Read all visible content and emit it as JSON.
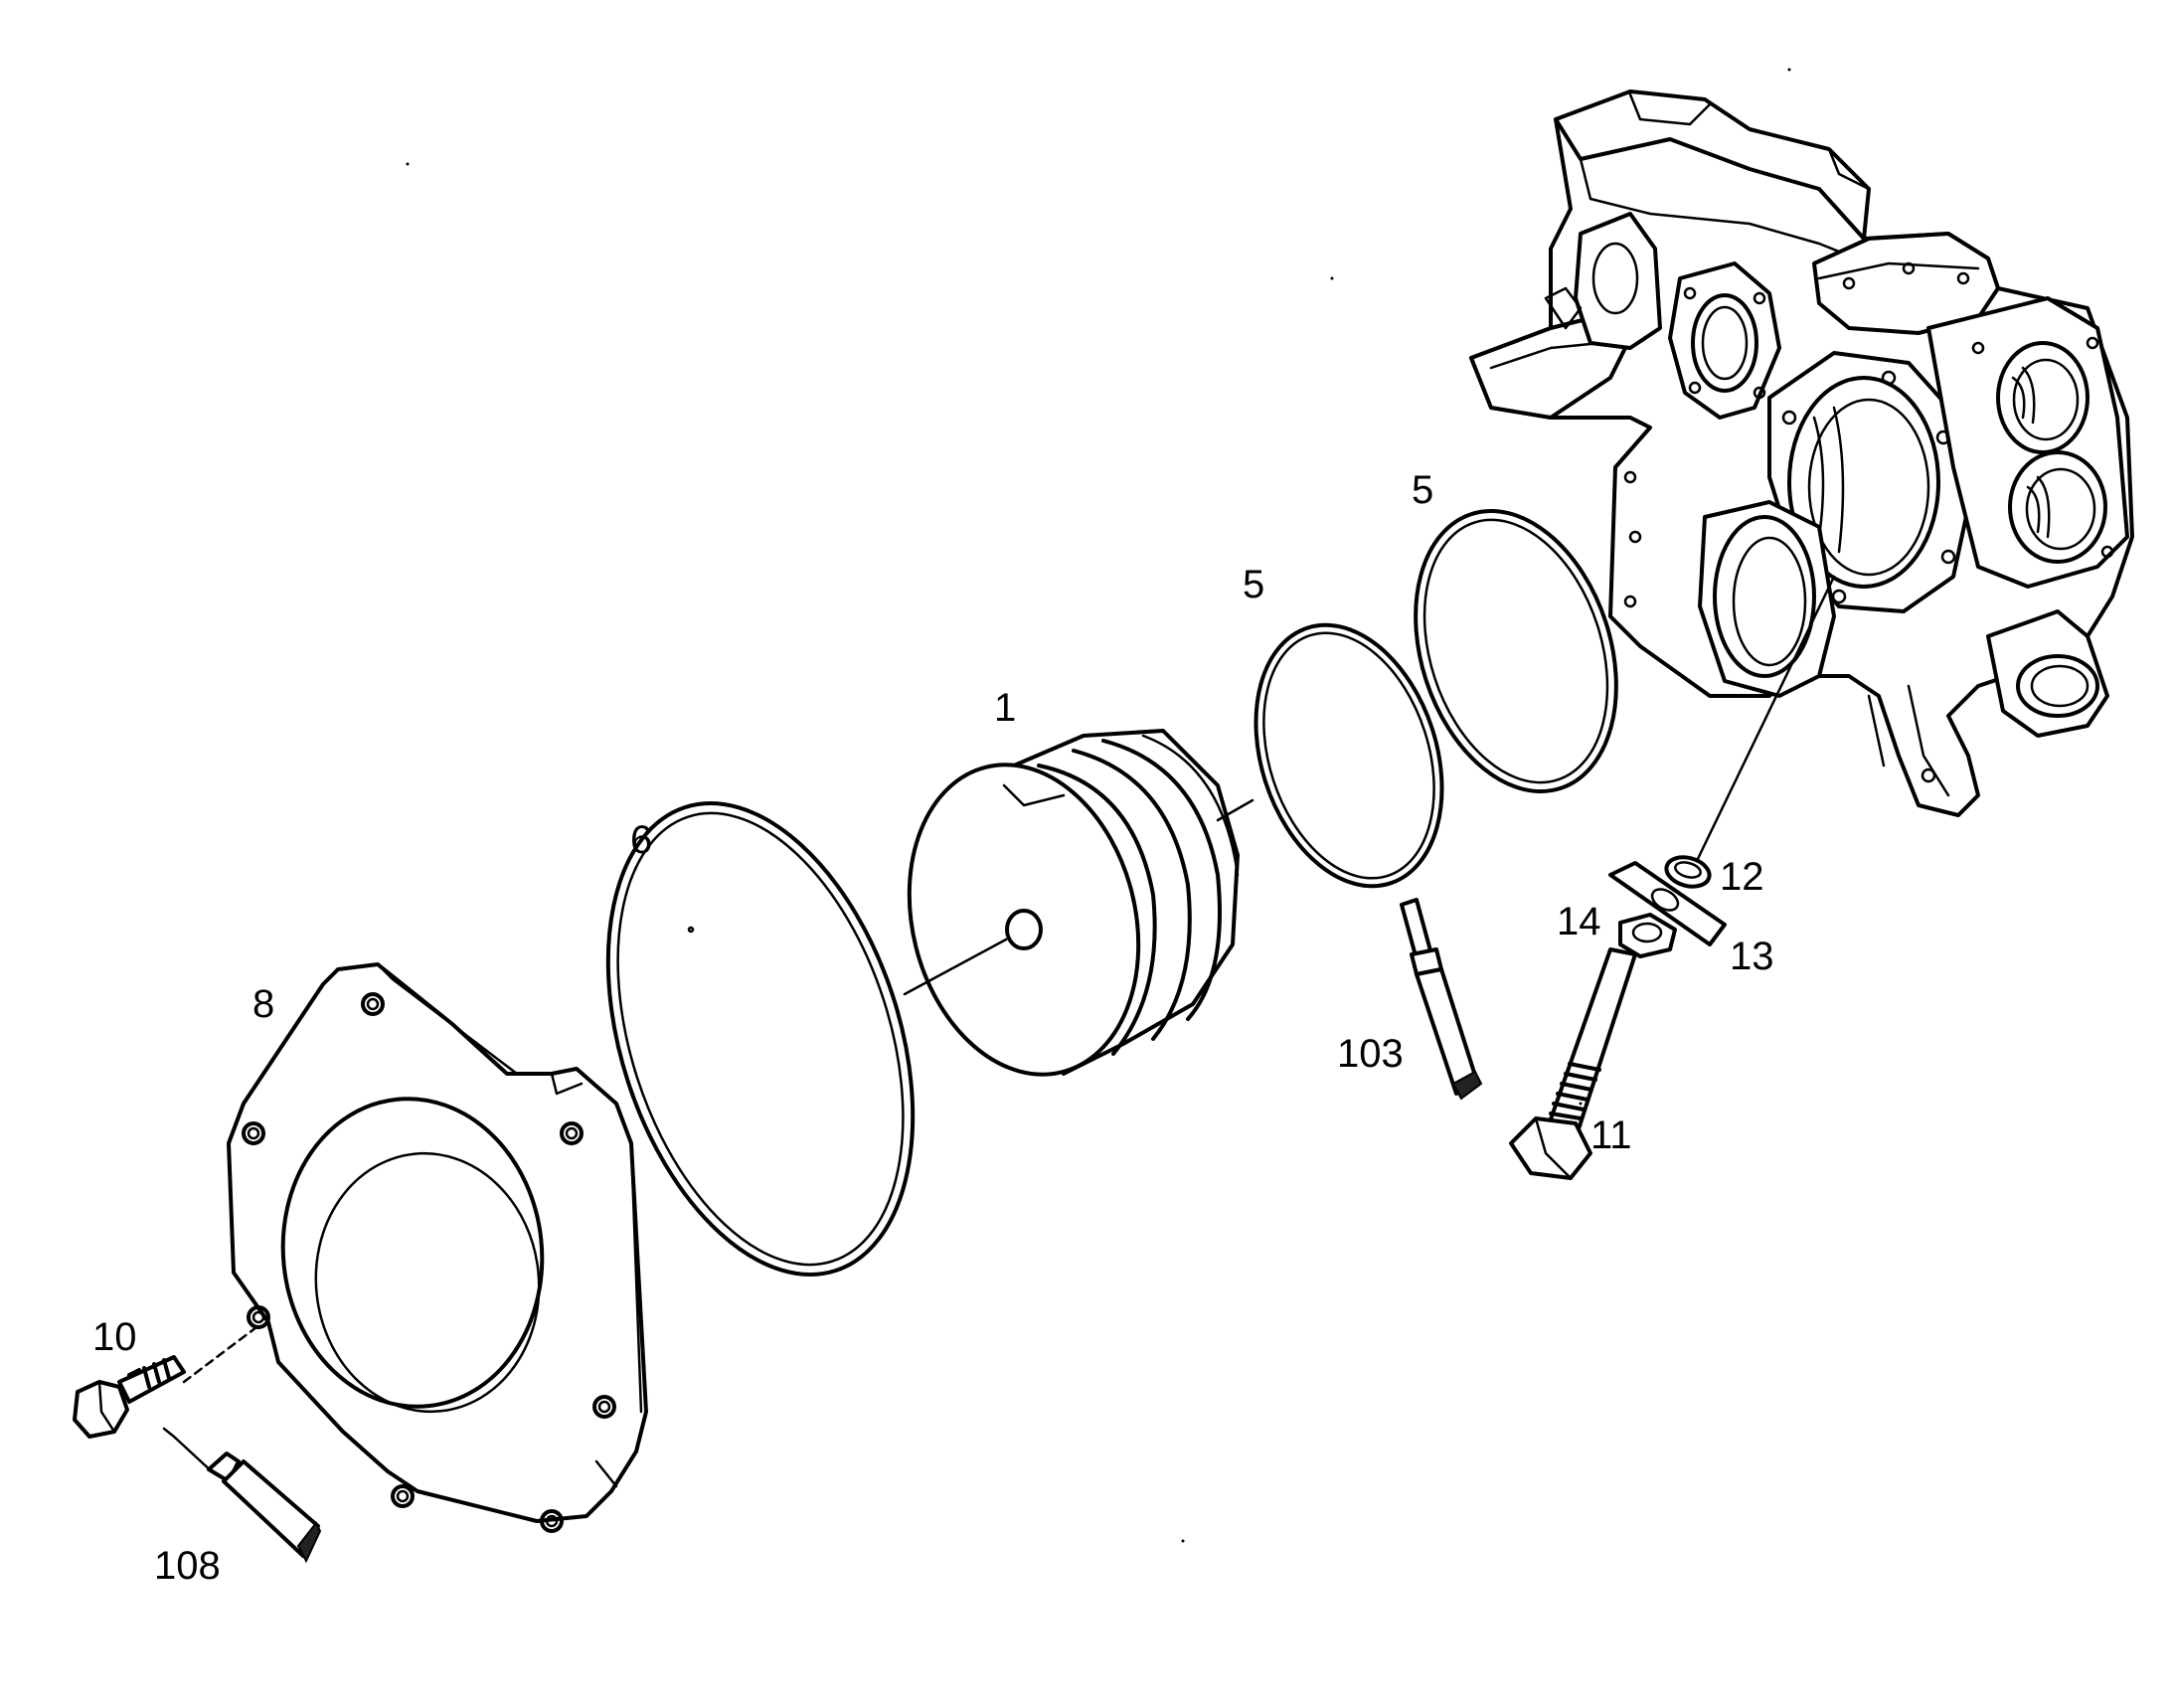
{
  "labels": {
    "p1": "1",
    "p5a": "5",
    "p5b": "5",
    "p6": "6",
    "p8": "8",
    "p10": "10",
    "p11": "11",
    "p12": "12",
    "p13": "13",
    "p14": "14",
    "p103": "103",
    "p108": "108"
  },
  "colors": {
    "line": "#000000",
    "background": "#ffffff"
  }
}
